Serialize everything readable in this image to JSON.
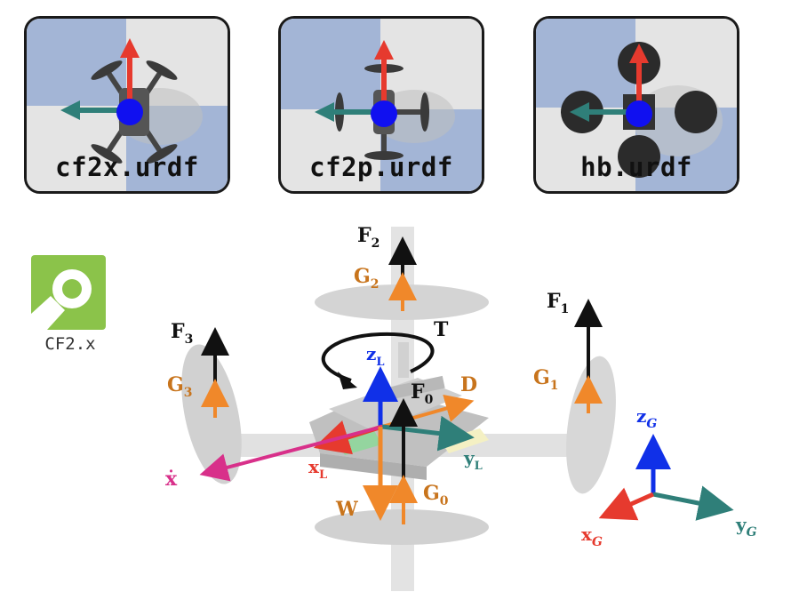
{
  "panels": [
    {
      "label": "cf2x.urdf",
      "model": "cf2x"
    },
    {
      "label": "cf2p.urdf",
      "model": "cf2p"
    },
    {
      "label": "hb.urdf",
      "model": "hb"
    }
  ],
  "logo": {
    "icon": "magnifier-logo-icon",
    "caption": "CF2.x",
    "color": "#8bc34a"
  },
  "forces": {
    "F2": {
      "main": "F",
      "sub": "2"
    },
    "G2": {
      "main": "G",
      "sub": "2"
    },
    "F1": {
      "main": "F",
      "sub": "1"
    },
    "G1": {
      "main": "G",
      "sub": "1"
    },
    "F3": {
      "main": "F",
      "sub": "3"
    },
    "G3": {
      "main": "G",
      "sub": "3"
    },
    "F0": {
      "main": "F",
      "sub": "0"
    },
    "G0": {
      "main": "G",
      "sub": "0"
    },
    "T": "T",
    "D": "D",
    "W": "W",
    "xdot": "ẋ"
  },
  "local_frame": {
    "x": {
      "main": "x",
      "sub": "L"
    },
    "y": {
      "main": "y",
      "sub": "L"
    },
    "z": {
      "main": "z",
      "sub": "L"
    }
  },
  "global_frame": {
    "x": {
      "main": "x",
      "sub": "G"
    },
    "y": {
      "main": "y",
      "sub": "G"
    },
    "z": {
      "main": "z",
      "sub": "G"
    }
  },
  "colors": {
    "force": "#111111",
    "gyro": "#f0882a",
    "label_orange": "#c8741c",
    "axis_x": "#e63a2e",
    "axis_y": "#2f7f79",
    "axis_z": "#1030e8",
    "velocity": "#d8308a",
    "panel_blue": "#a3b5d6",
    "panel_grey": "#e4e4e4"
  }
}
